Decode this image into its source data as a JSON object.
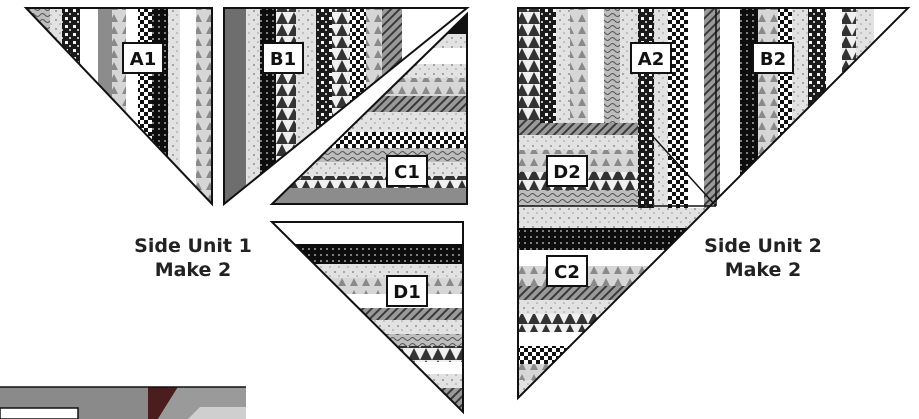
{
  "side_unit_1": {
    "title": "Side Unit 1",
    "make": "Make 2"
  },
  "side_unit_2": {
    "title": "Side Unit 2",
    "make": "Make 2"
  },
  "labels": {
    "a1": "A1",
    "b1": "B1",
    "c1": "C1",
    "d1": "D1",
    "a2": "A2",
    "b2": "B2",
    "c2": "C2",
    "d2": "D2"
  },
  "colors": {
    "black": "#0d0d0d",
    "dark_gray": "#5a5a5a",
    "mid_gray": "#8c8c8c",
    "light_gray": "#cfcfcf",
    "pale_gray": "#ededed",
    "white": "#ffffff"
  }
}
